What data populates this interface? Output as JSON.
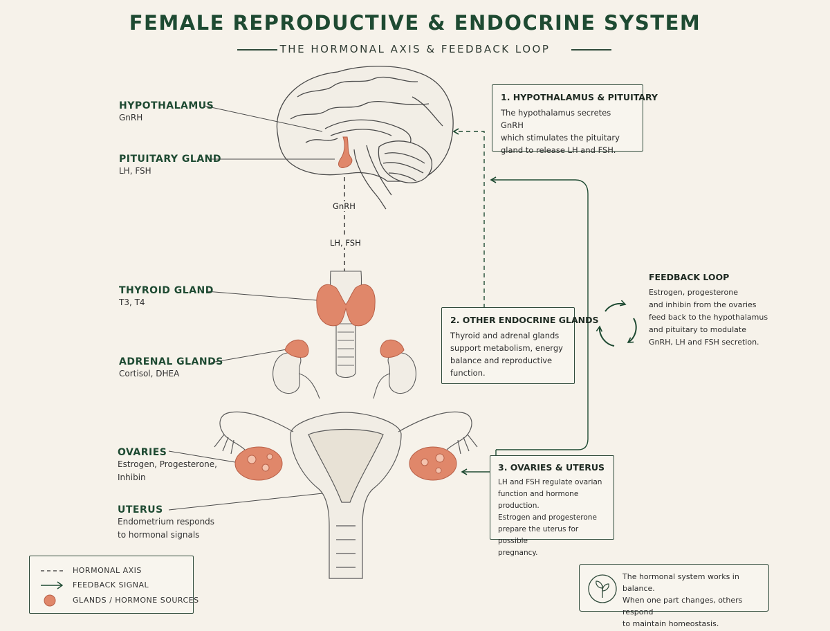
{
  "header": {
    "title": "FEMALE REPRODUCTIVE & ENDOCRINE SYSTEM",
    "subtitle": "THE HORMONAL AXIS & FEEDBACK LOOP"
  },
  "labels": {
    "hypothalamus": {
      "name": "HYPOTHALAMUS",
      "sub": "GnRH"
    },
    "pituitary": {
      "name": "PITUITARY GLAND",
      "sub": "LH, FSH"
    },
    "thyroid": {
      "name": "THYROID GLAND",
      "sub": "T3, T4"
    },
    "adrenal": {
      "name": "ADRENAL GLANDS",
      "sub": "Cortisol, DHEA"
    },
    "ovaries": {
      "name": "OVARIES",
      "sub1": "Estrogen, Progesterone,",
      "sub2": "Inhibin"
    },
    "uterus": {
      "name": "UTERUS",
      "sub1": "Endometrium responds",
      "sub2": "to hormonal signals"
    }
  },
  "axis_labels": {
    "gnrh": "GnRH",
    "lh_fsh": "LH, FSH"
  },
  "boxes": {
    "box1": {
      "title": "1. HYPOTHALAMUS & PITUITARY",
      "lines": [
        "The hypothalamus secretes GnRH",
        "which stimulates the pituitary",
        "gland to release LH and FSH."
      ]
    },
    "box2": {
      "title": "2. OTHER ENDOCRINE GLANDS",
      "lines": [
        "Thyroid and adrenal glands",
        "support metabolism, energy",
        "balance and reproductive",
        "function."
      ]
    },
    "box3": {
      "title": "3. OVARIES & UTERUS",
      "lines": [
        "LH and FSH regulate ovarian",
        "function and hormone production.",
        "Estrogen and progesterone",
        "prepare the uterus for possible",
        "pregnancy."
      ]
    }
  },
  "feedback": {
    "title": "FEEDBACK LOOP",
    "lines": [
      "Estrogen, progesterone",
      "and inhibin from the ovaries",
      "feed back to the hypothalamus",
      "and pituitary to modulate",
      "GnRH, LH and FSH secretion."
    ]
  },
  "legend": {
    "axis": "HORMONAL AXIS",
    "feedback": "FEEDBACK SIGNAL",
    "glands": "GLANDS / HORMONE SOURCES"
  },
  "note": {
    "lines": [
      "The hormonal system works in balance.",
      "When one part changes, others respond",
      "to maintain homeostasis."
    ]
  },
  "colors": {
    "accent": "#1e4a32",
    "gland": "#e0876a",
    "line": "#2f4a3a"
  },
  "icons": {
    "feedback": "cycle-arrows-icon",
    "note": "sprout-icon"
  }
}
